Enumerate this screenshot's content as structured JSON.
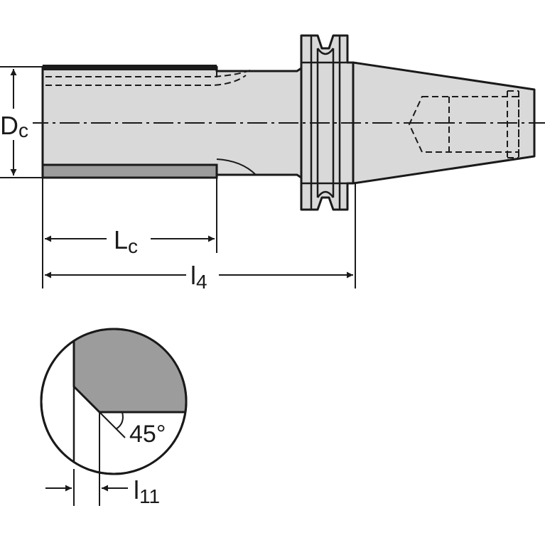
{
  "labels": {
    "dc": {
      "main": "D",
      "sub": "c"
    },
    "lc": {
      "main": "L",
      "sub": "c"
    },
    "l4": {
      "main": "l",
      "sub": "4"
    },
    "l11": {
      "main": "l",
      "sub": "11"
    },
    "angle": "45°"
  },
  "colors": {
    "body_fill": "#d9d9d9",
    "detail_fill": "#9c9c9c",
    "line": "#1a1a1a",
    "background": "#ffffff"
  }
}
